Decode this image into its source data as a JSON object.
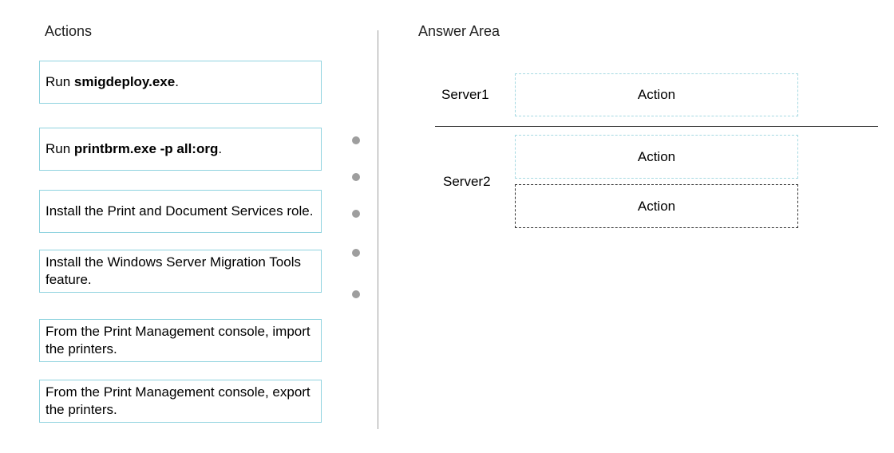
{
  "headings": {
    "actions": "Actions",
    "answer_area": "Answer Area"
  },
  "actions": [
    {
      "prefix": "Run ",
      "bold": "smigdeploy.exe",
      "suffix": "."
    },
    {
      "prefix": "Run ",
      "bold": "printbrm.exe -p all:org",
      "suffix": "."
    },
    {
      "prefix": "Install the Print and Document Services role.",
      "bold": "",
      "suffix": ""
    },
    {
      "prefix": "Install the Windows Server Migration Tools feature.",
      "bold": "",
      "suffix": ""
    },
    {
      "prefix": "From the Print Management console, import the printers.",
      "bold": "",
      "suffix": ""
    },
    {
      "prefix": "From the Print Management console, export the printers.",
      "bold": "",
      "suffix": ""
    }
  ],
  "answer_area": {
    "server1": {
      "label": "Server1",
      "slots": [
        "Action"
      ]
    },
    "server2": {
      "label": "Server2",
      "slots": [
        "Action",
        "Action"
      ]
    }
  },
  "colors": {
    "card_border": "#8fd3df",
    "slot_border_light": "#a6d9e2",
    "slot_border_active": "#333333",
    "divider": "#9e9e9e"
  }
}
